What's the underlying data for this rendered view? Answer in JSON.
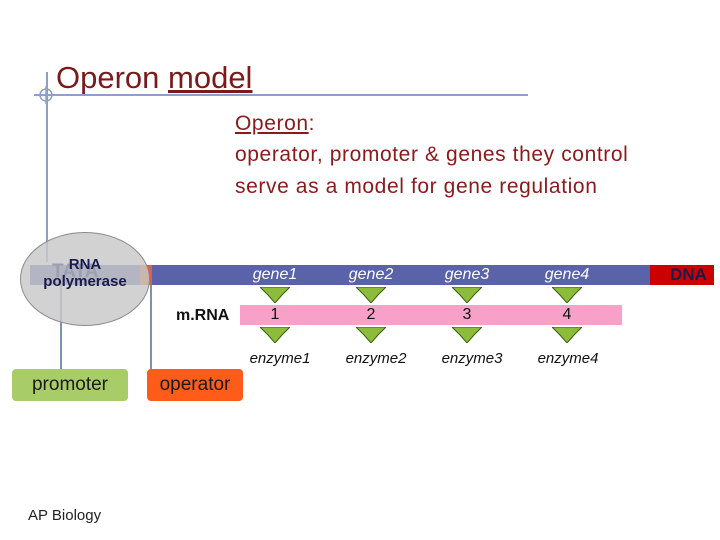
{
  "title": {
    "part1": "Operon ",
    "part2": "model"
  },
  "description": {
    "label": "Operon",
    "colon": ":",
    "line2": "operator, promoter & genes they control",
    "line3": "serve as a model for gene regulation"
  },
  "diagram": {
    "rna_polymerase": "RNA polymerase",
    "tata": "TATA",
    "dna": "DNA",
    "mrna": "m.RNA",
    "genes": [
      "gene1",
      "gene2",
      "gene3",
      "gene4"
    ],
    "numbers": [
      "1",
      "2",
      "3",
      "4"
    ],
    "enzymes": [
      "enzyme1",
      "enzyme2",
      "enzyme3",
      "enzyme4"
    ],
    "promoter": "promoter",
    "operator": "operator"
  },
  "footer": "AP Biology",
  "colors": {
    "dna": "#5a62a8",
    "mrna": "#f7a0c8",
    "promoter": "#a8cc68",
    "operator": "#ff5c1a",
    "arrow": "#8dbb3a"
  }
}
